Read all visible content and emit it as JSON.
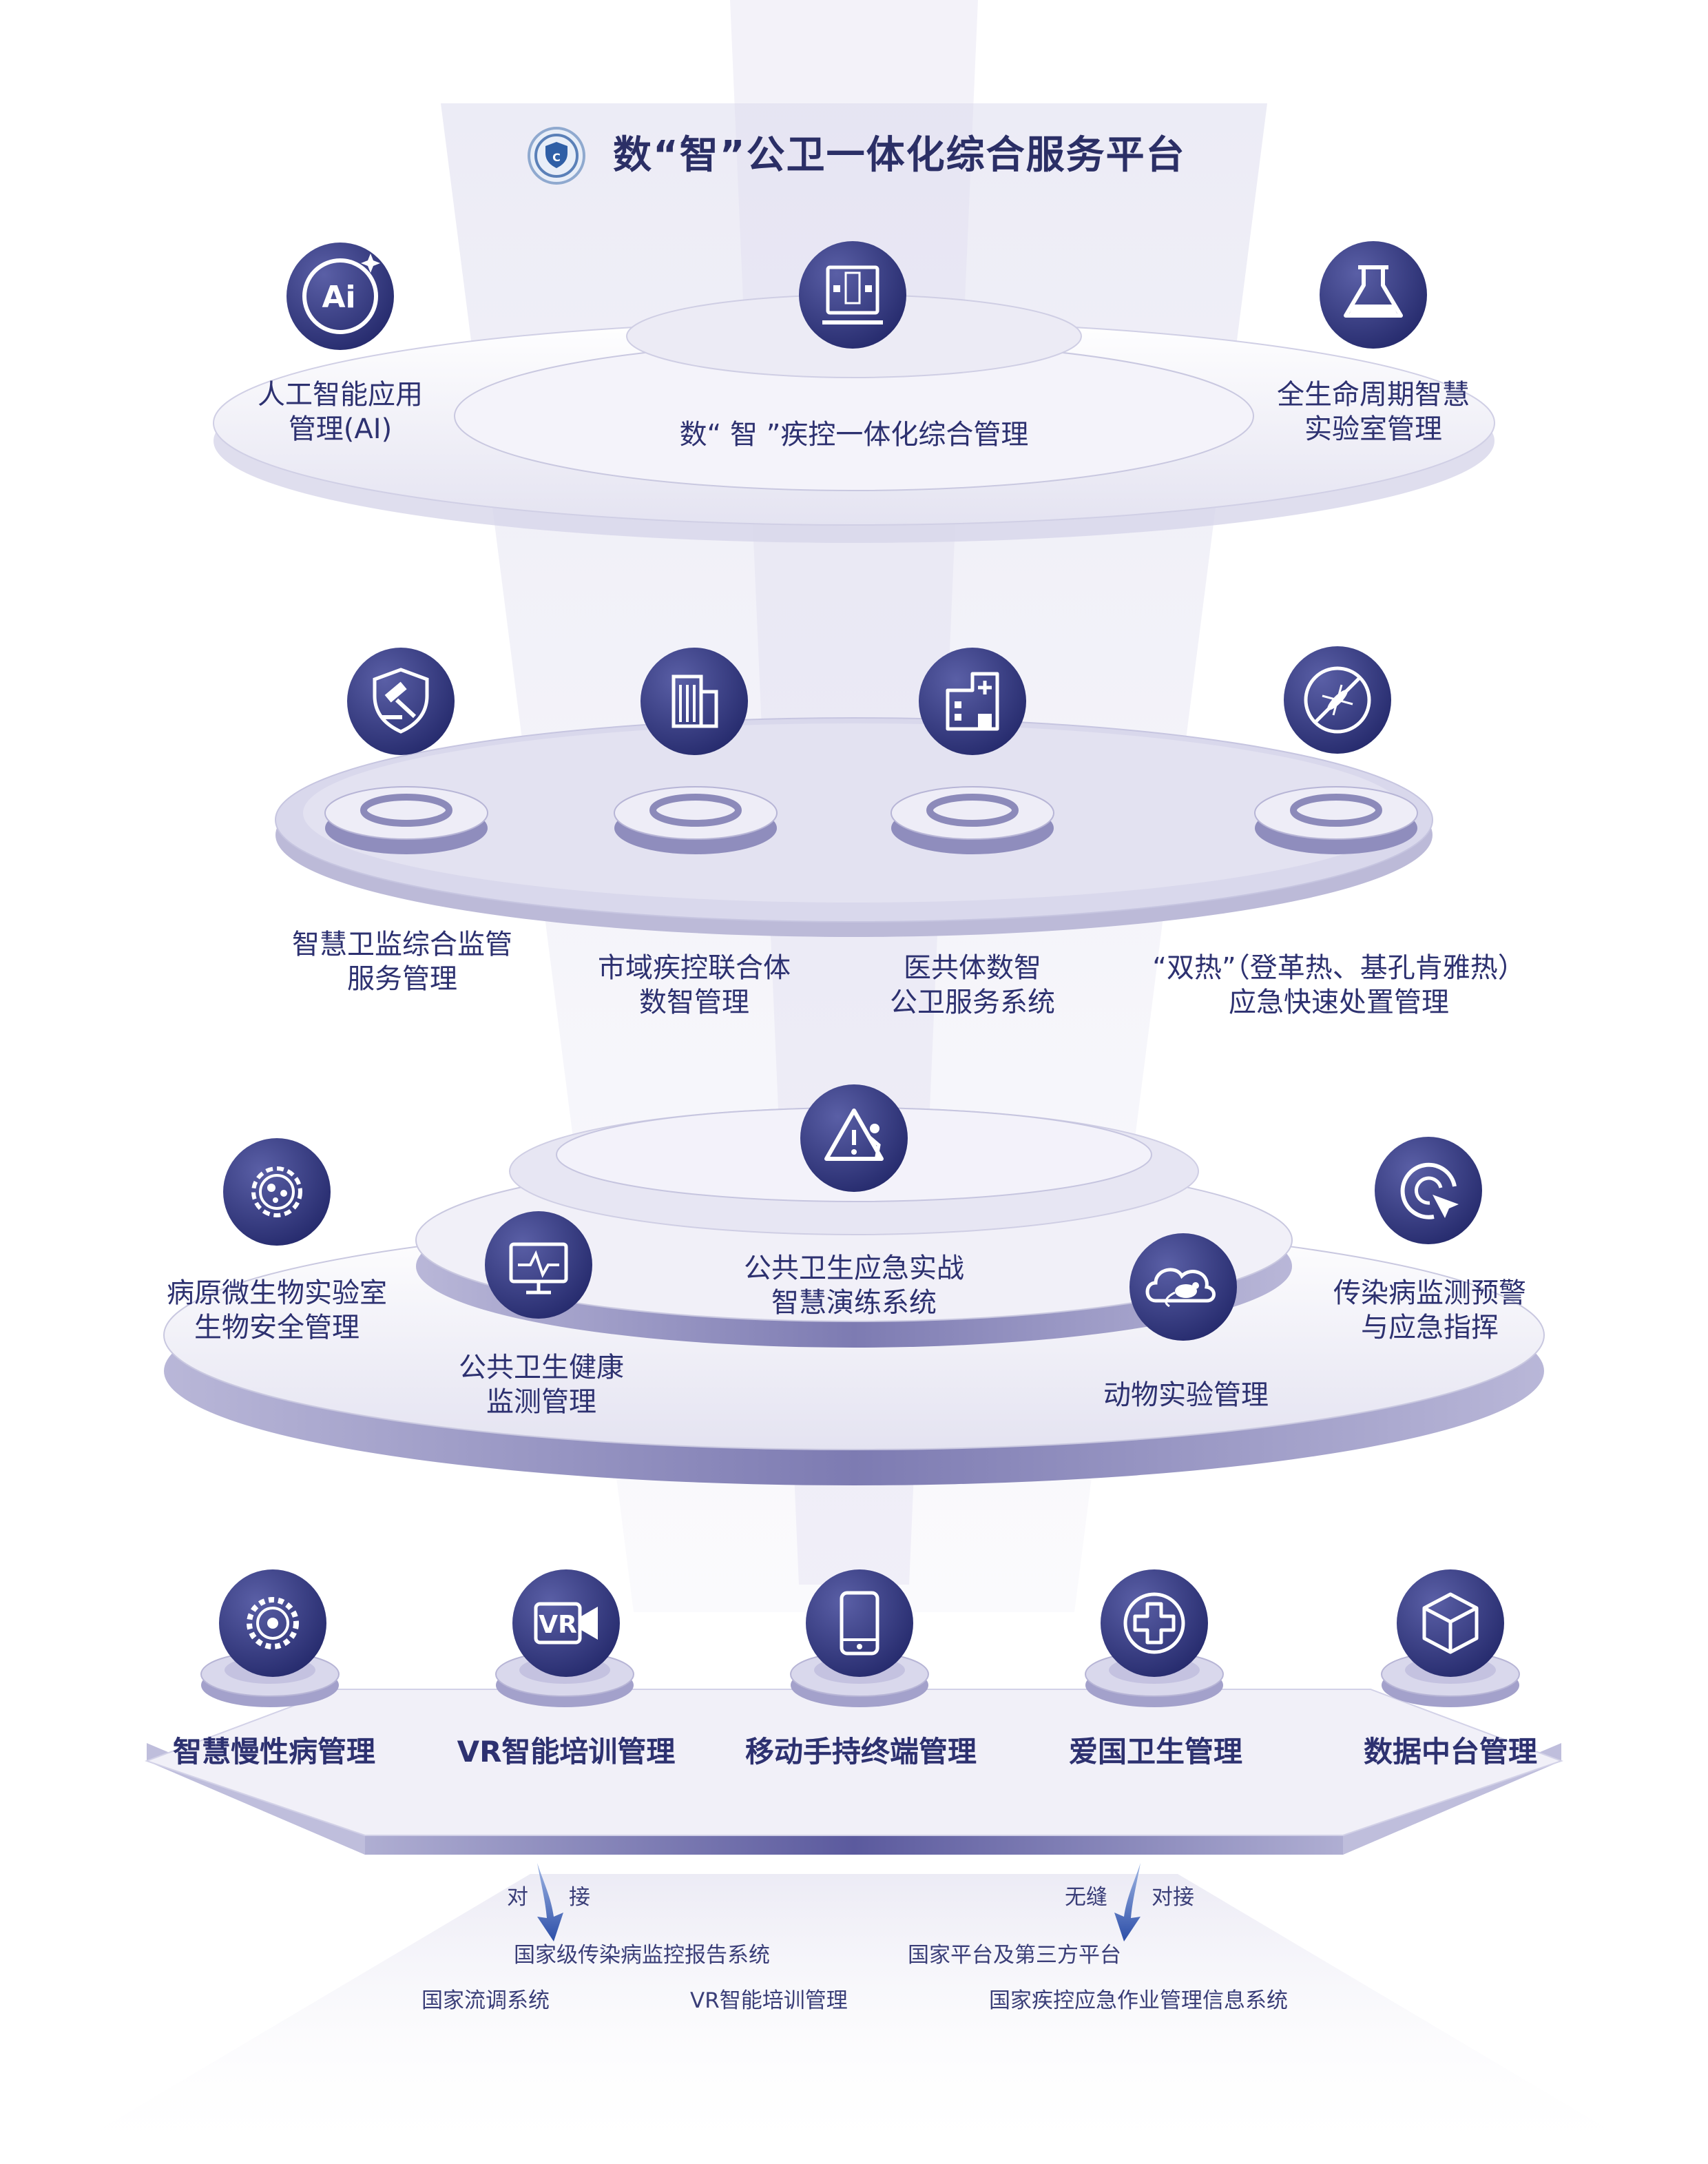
{
  "title": "数“智”公卫一体化综合服务平台",
  "icons": {
    "logo": "cdc-shield-logo",
    "tier1": [
      "ai-icon",
      "cdc-building-icon",
      "flask-icon"
    ],
    "tier2": [
      "gavel-shield-icon",
      "office-building-icon",
      "hospital-icon",
      "no-mosquito-icon"
    ],
    "tier3": [
      "warning-triangle-icon",
      "virus-gear-icon",
      "monitor-pulse-icon",
      "mouse-cloud-icon",
      "target-cursor-icon"
    ],
    "tier4": [
      "chronic-gear-icon",
      "vr-camera-icon",
      "mobile-phone-icon",
      "medical-cross-icon",
      "data-cube-icon"
    ]
  },
  "tier1": {
    "left": [
      "人工智能应用",
      "管理(AI)"
    ],
    "center": "数“ 智 ”疾控一体化综合管理",
    "right": [
      "全生命周期智慧",
      "实验室管理"
    ]
  },
  "tier2": [
    [
      "智慧卫监综合监管",
      "服务管理"
    ],
    [
      "市域疾控联合体",
      "数智管理"
    ],
    [
      "医共体数智",
      "公卫服务系统"
    ],
    [
      "“双热”（登革热、基孔肯雅热）",
      "应急快速处置管理"
    ]
  ],
  "tier3": {
    "center": [
      "公共卫生应急实战",
      "智慧演练系统"
    ],
    "left_outer": [
      "病原微生物实验室",
      "生物安全管理"
    ],
    "left_inner": [
      "公共卫生健康",
      "监测管理"
    ],
    "right_inner": "动物实验管理",
    "right_outer": [
      "传染病监测预警",
      "与应急指挥"
    ]
  },
  "tier4": [
    "智慧慢性病管理",
    "VR智能培训管理",
    "移动手持终端管理",
    "爱国卫生管理",
    "数据中台管理"
  ],
  "connections": {
    "left_arrow": [
      "对",
      "接"
    ],
    "right_arrow": [
      "无缝",
      "对接"
    ],
    "systems": [
      "国家级传染病监控报告系统",
      "国家平台及第三方平台",
      "国家流调系统",
      "VR智能培训管理",
      "国家疾控应急作业管理信息系统"
    ]
  },
  "colors": {
    "icon_dark": "#252a66",
    "icon_mid": "#4a4f93",
    "text": "#2d3170",
    "disc_light": "#f1f0f8",
    "disc_edge": "#8e8cbc",
    "beam": "#e4e3f2"
  }
}
